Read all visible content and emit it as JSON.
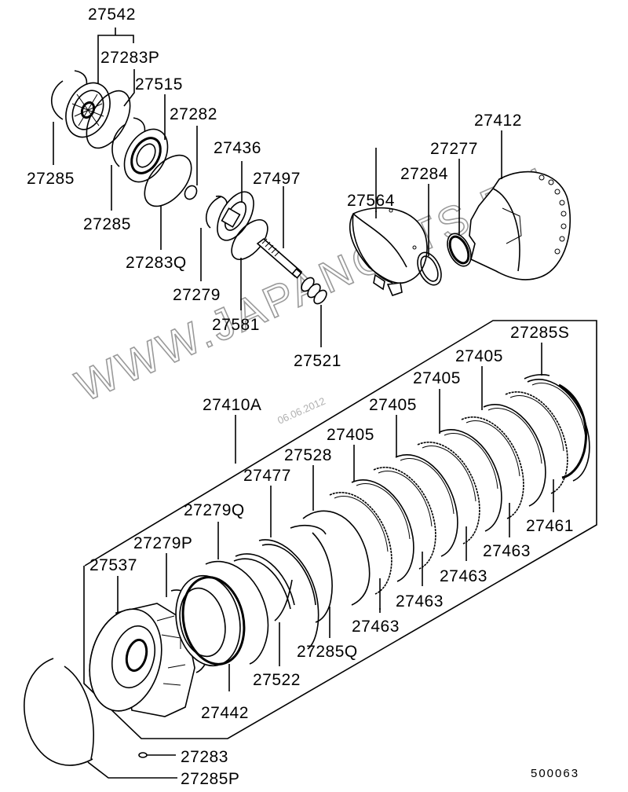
{
  "diagram": {
    "title": "Automatic transmission clutch / oil pump exploded view",
    "drawing_code": "500063",
    "watermark": "WWW.JAPANCATS.RU",
    "watermark_date": "06.06.2012",
    "group_label": "27410A",
    "labels": {
      "l27542": "27542",
      "l27283P": "27283P",
      "l27515": "27515",
      "l27282": "27282",
      "l27285a": "27285",
      "l27285b": "27285",
      "l27283Q": "27283Q",
      "l27436": "27436",
      "l27497": "27497",
      "l27279": "27279",
      "l27581": "27581",
      "l27521": "27521",
      "l27564": "27564",
      "l27284": "27284",
      "l27277": "27277",
      "l27412": "27412",
      "l27285S": "27285S",
      "l27405a": "27405",
      "l27405b": "27405",
      "l27405c": "27405",
      "l27405d": "27405",
      "l27528": "27528",
      "l27477": "27477",
      "l27279Q": "27279Q",
      "l27279P": "27279P",
      "l27537": "27537",
      "l27461": "27461",
      "l27463a": "27463",
      "l27463b": "27463",
      "l27463c": "27463",
      "l27463d": "27463",
      "l27285Q": "27285Q",
      "l27522": "27522",
      "l27442": "27442",
      "l27283": "27283",
      "l27285P": "27285P"
    }
  }
}
